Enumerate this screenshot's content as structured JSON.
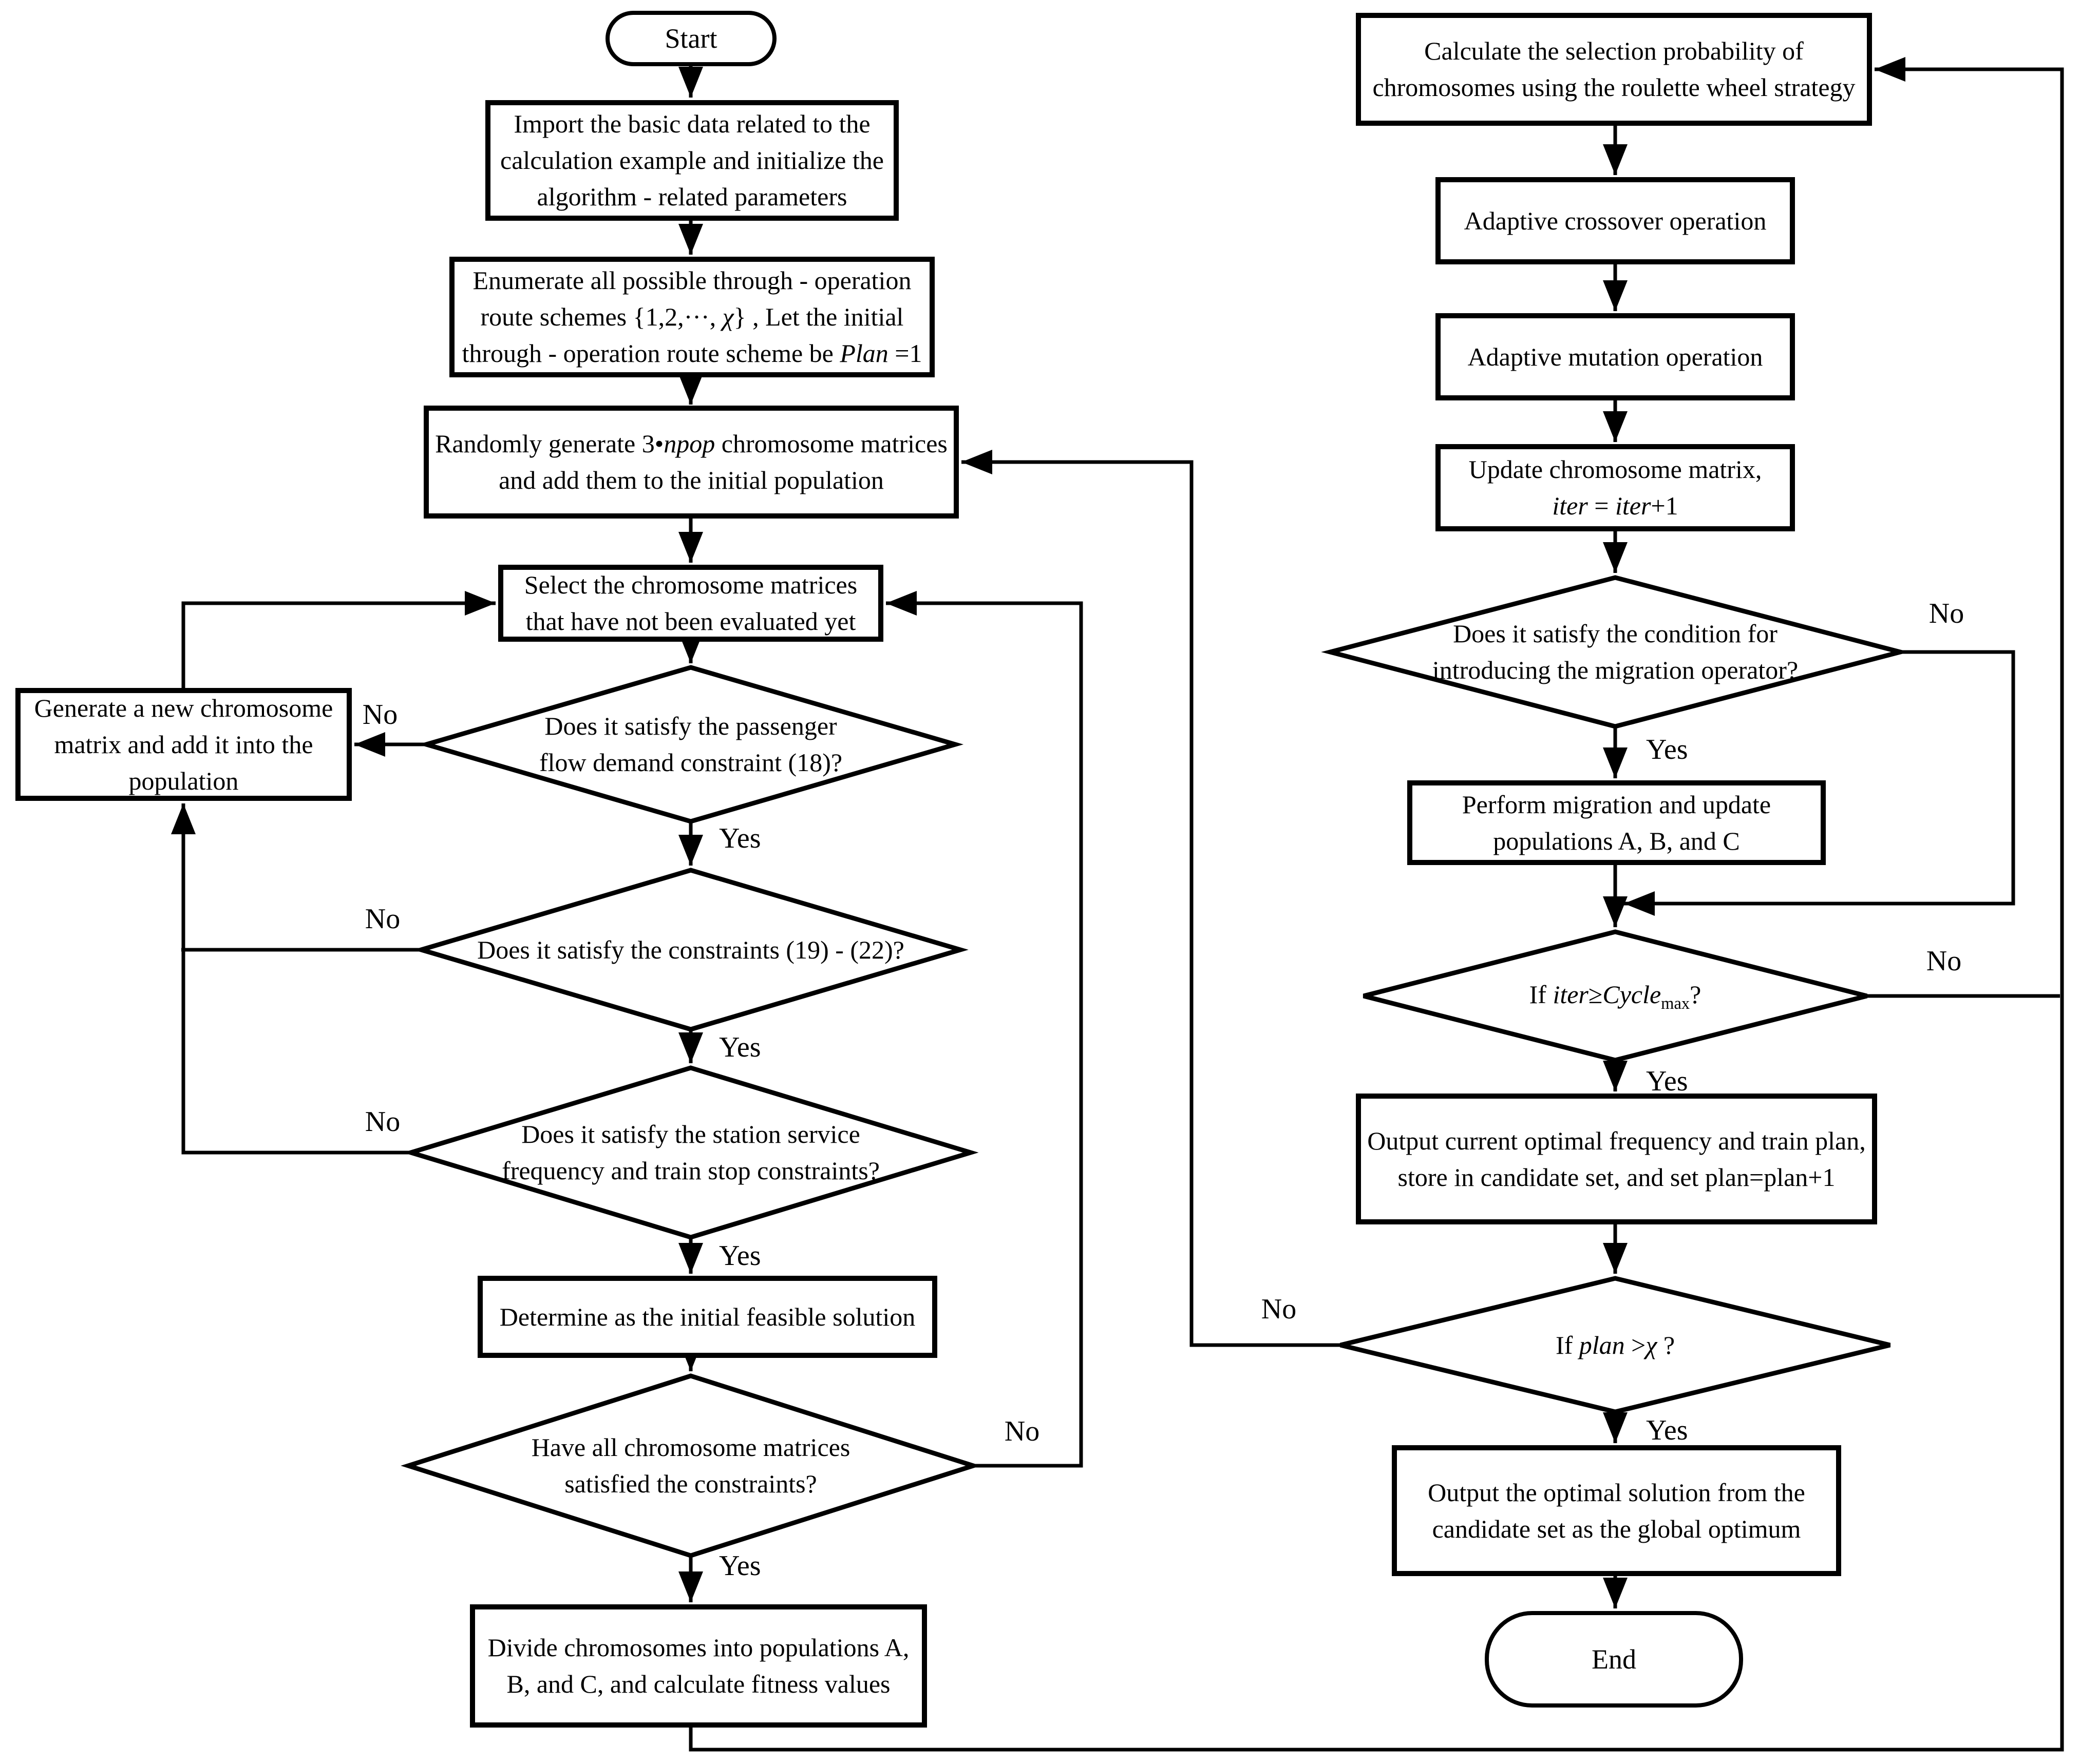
{
  "labels": {
    "yes": "Yes",
    "no": "No"
  },
  "colors": {
    "line": "#000000",
    "background": "#ffffff",
    "text": "#000000"
  },
  "nodes": {
    "start": {
      "lines": [
        "Start"
      ]
    },
    "import_data": {
      "lines": [
        "Import the basic data related to the",
        "calculation example and initialize the",
        "algorithm - related parameters"
      ]
    },
    "enumerate": {
      "lines": [
        "Enumerate all possible through - operation",
        "route schemes {1,2,···, <i>χ</i>} ,  Let the initial",
        "through - operation route scheme be <i>Plan</i> =1"
      ]
    },
    "random_generate": {
      "lines": [
        "Randomly generate 3•<i>npop</i> chromosome matrices",
        "and add them to the initial population"
      ]
    },
    "select_matrices": {
      "lines": [
        "Select the chromosome matrices",
        "that have not been evaluated yet"
      ]
    },
    "generate_new": {
      "lines": [
        "Generate a new chromosome",
        "matrix and add it into the",
        "population"
      ]
    },
    "decision_passenger": {
      "lines": [
        "Does it satisfy the passenger",
        "flow demand constraint (18)?"
      ]
    },
    "decision_constraints": {
      "lines": [
        "Does it satisfy the constraints (19) - (22)?"
      ]
    },
    "decision_station": {
      "lines": [
        "Does it satisfy the station service",
        "frequency and train stop constraints?"
      ]
    },
    "determine": {
      "lines": [
        "Determine as the initial feasible solution"
      ]
    },
    "decision_all_matrices": {
      "lines": [
        "Have all chromosome matrices",
        "satisfied the constraints?"
      ]
    },
    "divide": {
      "lines": [
        "Divide chromosomes into populations A,",
        "B, and C, and calculate fitness values"
      ]
    },
    "roulette": {
      "lines": [
        "Calculate the selection probability of",
        "chromosomes using the roulette wheel strategy"
      ]
    },
    "crossover": {
      "lines": [
        "Adaptive crossover operation"
      ]
    },
    "mutation": {
      "lines": [
        "Adaptive mutation operation"
      ]
    },
    "update_matrix": {
      "lines": [
        "Update chromosome matrix,",
        "<i>iter</i> = <i>iter</i>+1"
      ]
    },
    "decision_migration": {
      "lines": [
        "Does it satisfy the condition for",
        "introducing the migration operator?"
      ]
    },
    "perform_migration": {
      "lines": [
        "Perform migration and update",
        "populations A, B, and C"
      ]
    },
    "decision_cycle": {
      "lines": [
        "If  <i>iter</i>≥<i>Cycle</i><sub>max</sub>?"
      ]
    },
    "output_current": {
      "lines": [
        "Output current optimal frequency and train plan,",
        "store in candidate set, and set plan=plan+1"
      ]
    },
    "decision_plan": {
      "lines": [
        "If  <i>plan</i> ><i>χ</i> ?"
      ]
    },
    "output_optimal": {
      "lines": [
        "Output the optimal solution from the",
        "candidate set as the global optimum"
      ]
    },
    "end": {
      "lines": [
        "End"
      ]
    }
  }
}
